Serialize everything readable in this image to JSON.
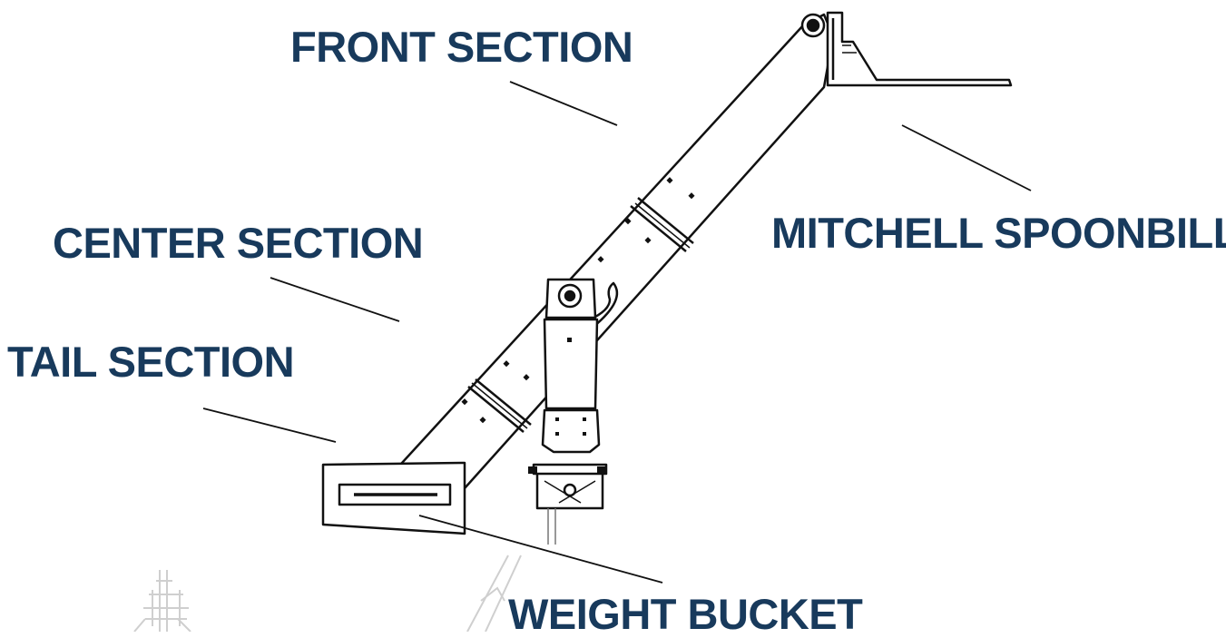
{
  "labels": {
    "front_section": "FRONT SECTION",
    "center_section": "CENTER SECTION",
    "tail_section": "TAIL SECTION",
    "mitchell_spoonbill": "MITCHELL SPOONBILL",
    "weight_bucket": "WEIGHT BUCKET"
  },
  "colors": {
    "label_text": "#183a5c",
    "line_art": "#111111",
    "faint_line_art": "#cfcfcf"
  }
}
